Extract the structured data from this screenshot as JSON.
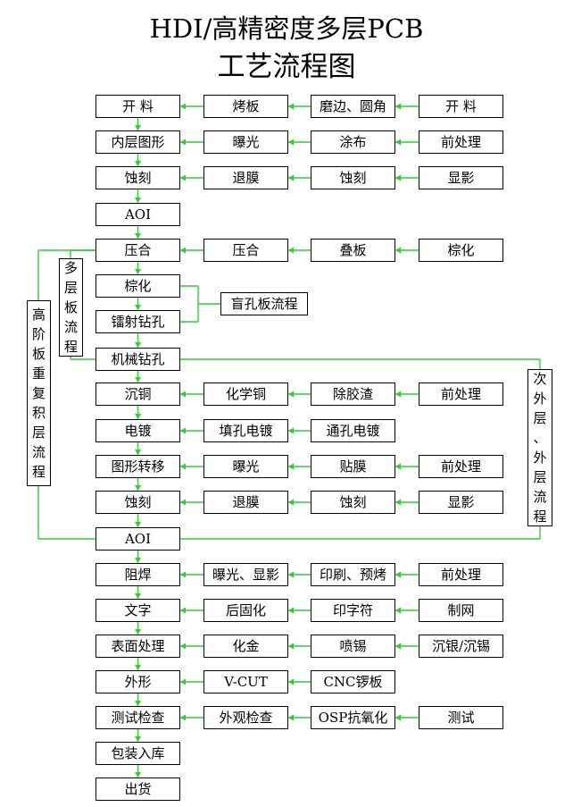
{
  "title": {
    "line1": "HDI/高精密度多层PCB",
    "line2": "工艺流程图"
  },
  "colors": {
    "connector": "#33cc33",
    "border": "#000000",
    "background": "#ffffff"
  },
  "main_flow": [
    "开  料",
    "内层图形",
    "蚀刻",
    "AOI",
    "压合",
    "棕化",
    "镭射钻孔",
    "机械钻孔",
    "沉铜",
    "电镀",
    "图形转移",
    "蚀刻",
    "AOI",
    "阻焊",
    "文字",
    "表面处理",
    "外形",
    "测试检查",
    "包装入库",
    "出货"
  ],
  "sub_steps": {
    "cutting": [
      "烤板",
      "磨边、圆角",
      "开  料"
    ],
    "inner_pattern": [
      "曝光",
      "涂布",
      "前处理"
    ],
    "inner_etch": [
      "退膜",
      "蚀刻",
      "显影"
    ],
    "lamination": [
      "压合",
      "叠板",
      "棕化"
    ],
    "blind_hole": "盲孔板流程",
    "pth": [
      "化学铜",
      "除胶渣",
      "前处理"
    ],
    "plating": [
      "填孔电镀",
      "通孔电镀"
    ],
    "outer_pattern": [
      "曝光",
      "贴膜",
      "前处理"
    ],
    "outer_etch": [
      "退膜",
      "蚀刻",
      "显影"
    ],
    "solder_mask": [
      "曝光、显影",
      "印刷、预烤",
      "前处理"
    ],
    "legend": [
      "后固化",
      "印字符",
      "制网"
    ],
    "surface": [
      "化金",
      "喷锡",
      "沉银/沉锡"
    ],
    "profile": [
      "V-CUT",
      "CNC锣板"
    ],
    "test": [
      "外观检查",
      "OSP抗氧化",
      "测试"
    ]
  },
  "side_labels": {
    "multilayer": [
      "多",
      "层",
      "板",
      "流",
      "程"
    ],
    "high_order": [
      "高",
      "阶",
      "板",
      "重",
      "复",
      "积",
      "层",
      "流",
      "程"
    ],
    "outer_layer": [
      "次",
      "外",
      "层",
      "、",
      "外",
      "层",
      "流",
      "程"
    ]
  }
}
